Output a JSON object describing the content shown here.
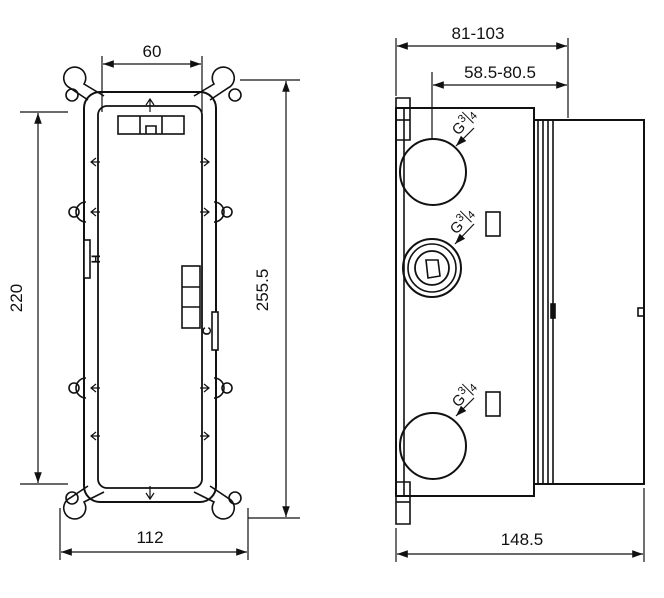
{
  "front_view": {
    "dim_top": "60",
    "dim_left": "220",
    "dim_right": "255.5",
    "dim_bottom": "112",
    "port_hot": "H",
    "port_cold": "C"
  },
  "side_view": {
    "dim_depth_range": "81-103",
    "dim_inner_range": "58.5-80.5",
    "dim_total": "148.5",
    "thread_g": "G",
    "thread_num": "3",
    "thread_den": "4"
  }
}
